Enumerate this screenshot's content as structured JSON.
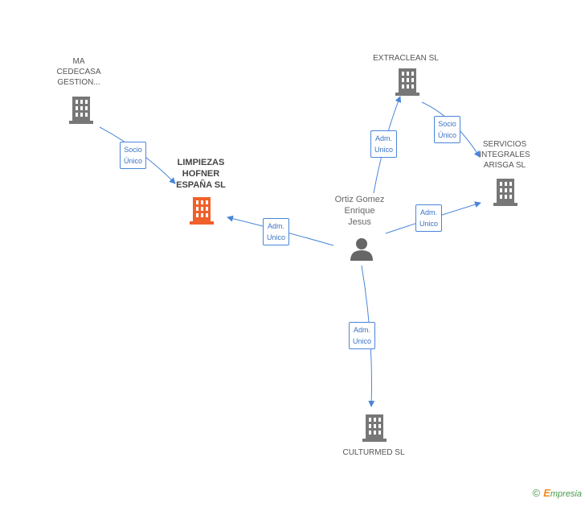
{
  "nodes": {
    "ma_cedecasa": {
      "line1": "MA",
      "line2": "CEDECASA",
      "line3": "GESTION..."
    },
    "limpiezas": {
      "line1": "LIMPIEZAS",
      "line2": "HOFNER",
      "line3": "ESPAÑA SL"
    },
    "extraclean": {
      "line1": "EXTRACLEAN SL"
    },
    "servicios": {
      "line1": "SERVICIOS",
      "line2": "INTEGRALES",
      "line3": "ARISGA  SL"
    },
    "culturmed": {
      "line1": "CULTURMED SL"
    },
    "person": {
      "line1": "Ortiz Gomez",
      "line2": "Enrique",
      "line3": "Jesus"
    }
  },
  "edges": {
    "socio_ma": {
      "line1": "Socio",
      "line2": "Único"
    },
    "adm_limpiezas": {
      "line1": "Adm.",
      "line2": "Unico"
    },
    "adm_extraclean": {
      "line1": "Adm.",
      "line2": "Unico"
    },
    "socio_extraclean": {
      "line1": "Socio",
      "line2": "Único"
    },
    "adm_servicios": {
      "line1": "Adm.",
      "line2": "Unico"
    },
    "adm_culturmed": {
      "line1": "Adm.",
      "line2": "Unico"
    }
  },
  "footer": {
    "copyright": "©",
    "brand_e": "E",
    "brand_rest": "mpresia"
  },
  "colors": {
    "edge": "#4a86d8",
    "building": "#777777",
    "focus_building": "#f0602a",
    "person": "#666666"
  }
}
